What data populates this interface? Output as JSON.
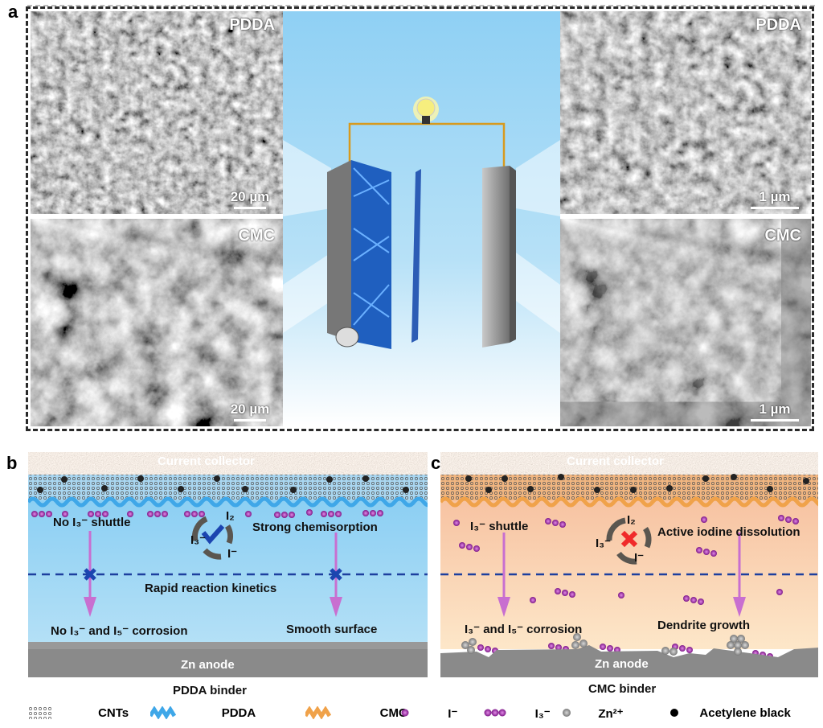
{
  "panel_a": {
    "label": "a",
    "sem_top_left": {
      "title": "PDDA",
      "scale": "20 µm"
    },
    "sem_bottom_left": {
      "title": "CMC",
      "scale": "20 µm"
    },
    "sem_top_right": {
      "title": "PDDA",
      "scale": "1 µm"
    },
    "sem_bottom_right": {
      "title": "CMC",
      "scale": "1 µm"
    }
  },
  "panel_b": {
    "label": "b",
    "current_collector": "Current collector",
    "no_shuttle": "No I₃⁻ shuttle",
    "chemisorption": "Strong chemisorption",
    "cycle": {
      "i2": "I₂",
      "i3": "I₃⁻",
      "i": "I⁻"
    },
    "kinetics": "Rapid reaction kinetics",
    "no_corrosion": "No I₃⁻ and I₅⁻ corrosion",
    "smooth": "Smooth surface",
    "anode": "Zn anode",
    "caption": "PDDA binder"
  },
  "panel_c": {
    "label": "c",
    "current_collector": "Current collector",
    "shuttle": "I₃⁻ shuttle",
    "dissolution": "Active iodine dissolution",
    "cycle": {
      "i2": "I₂",
      "i3": "I₃⁻",
      "i": "I⁻"
    },
    "corrosion": "I₃⁻ and I₅⁻ corrosion",
    "dendrite": "Dendrite growth",
    "anode": "Zn anode",
    "caption": "CMC binder"
  },
  "legend": {
    "cnts": "CNTs",
    "pdda": "PDDA",
    "cmc": "CMC",
    "iodide": "I⁻",
    "triiodide": "I₃⁻",
    "zinc": "Zn²⁺",
    "acetylene": "Acetylene black"
  },
  "colors": {
    "iodine": "#9b2ca6",
    "pdda": "#3fa7e8",
    "cmc": "#f0a24a",
    "dash": "#1d3f9e"
  }
}
